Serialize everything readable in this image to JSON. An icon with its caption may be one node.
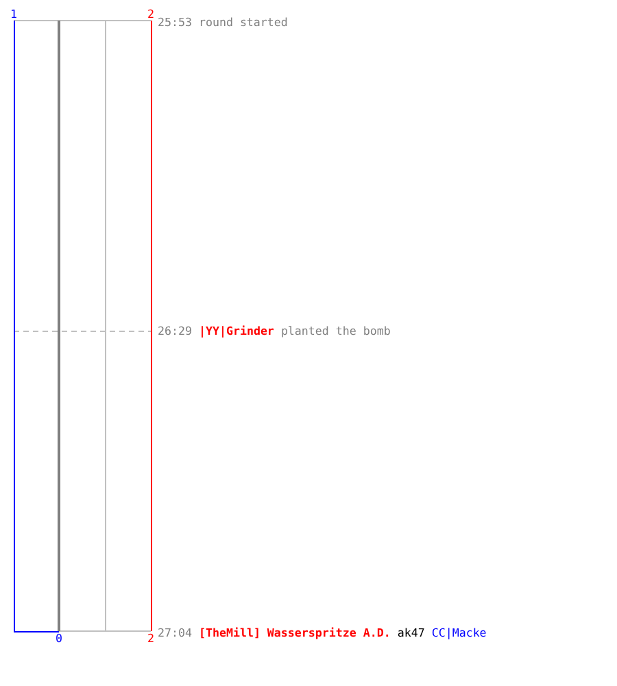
{
  "diagram": {
    "labels": [
      "1",
      "2",
      "25:53 round started",
      "26:29",
      "|YY|Grinder",
      "planted the bomb",
      "0",
      "2",
      "27:04",
      "[TheMill] Wasserspritze A.D.",
      "ak47",
      "CC|Macke"
    ]
  }
}
